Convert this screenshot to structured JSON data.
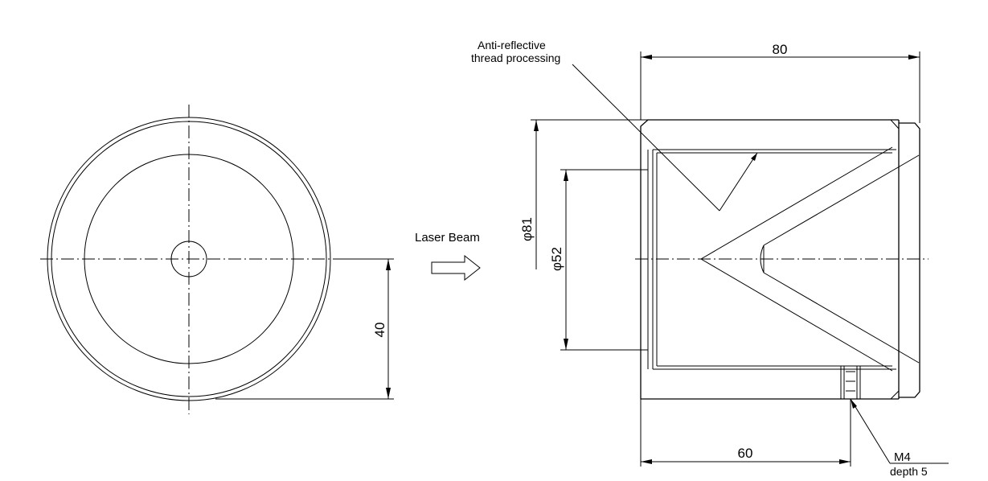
{
  "labels": {
    "laser_beam": "Laser Beam",
    "anti_reflective_line1": "Anti-reflective",
    "anti_reflective_line2": "thread processing",
    "thread_size": "M4",
    "thread_depth": "depth 5"
  },
  "dimensions": {
    "length_total": "80",
    "length_to_hole": "60",
    "outer_diameter": "φ81",
    "inner_diameter": "φ52",
    "radius_center": "40"
  }
}
